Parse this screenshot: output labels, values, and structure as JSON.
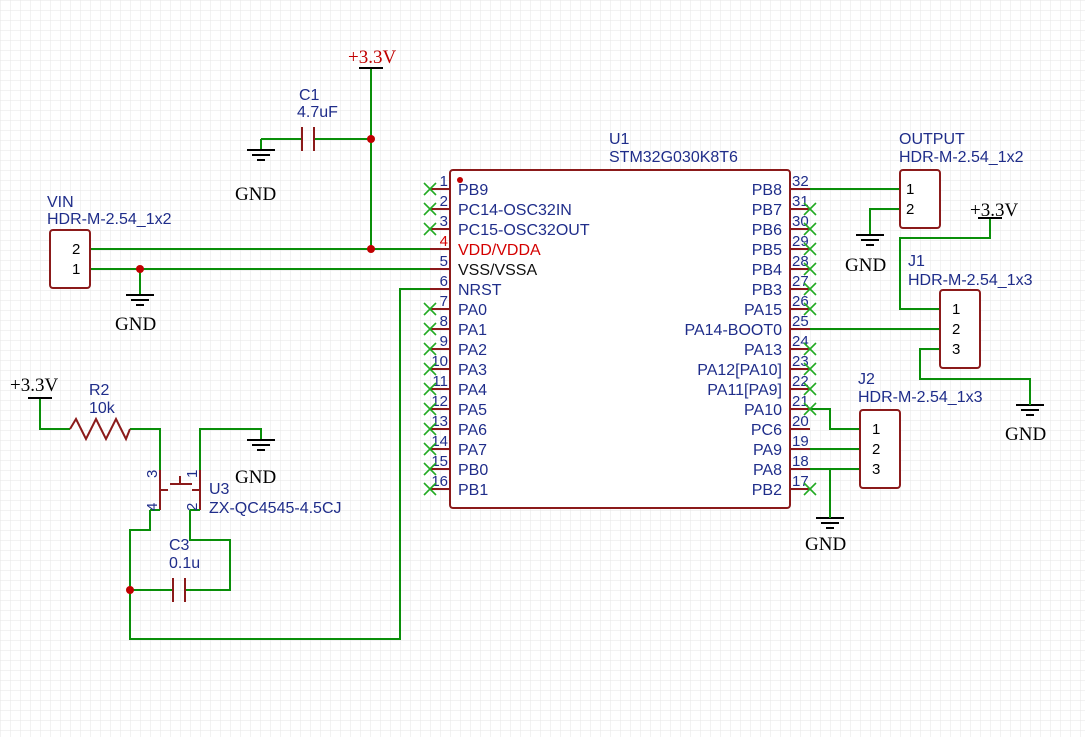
{
  "colors": {
    "grid": "#e6e6e6",
    "wire": "#0a8f0a",
    "body": "#8b1a1a",
    "label": "#1f2d8a",
    "power_label": "#c00000",
    "pin_red": "#d40000",
    "junction": "#c00000",
    "no_connect": "#22aa22"
  },
  "power": {
    "vcc": "+3.3V",
    "gnd": "GND"
  },
  "c1": {
    "ref": "C1",
    "value": "4.7uF"
  },
  "vin": {
    "ref": "VIN",
    "value": "HDR-M-2.54_1x2",
    "pins": [
      "2",
      "1"
    ]
  },
  "output": {
    "ref": "OUTPUT",
    "value": "HDR-M-2.54_1x2",
    "pins": [
      "1",
      "2"
    ]
  },
  "j1": {
    "ref": "J1",
    "value": "HDR-M-2.54_1x3",
    "pins": [
      "1",
      "2",
      "3"
    ]
  },
  "j2": {
    "ref": "J2",
    "value": "HDR-M-2.54_1x3",
    "pins": [
      "1",
      "2",
      "3"
    ]
  },
  "r2": {
    "ref": "R2",
    "value": "10k"
  },
  "u3": {
    "ref": "U3",
    "value": "ZX-QC4545-4.5CJ",
    "pins": [
      "3",
      "1",
      "4",
      "2"
    ]
  },
  "c3": {
    "ref": "C3",
    "value": "0.1u"
  },
  "u1": {
    "ref": "U1",
    "value": "STM32G030K8T6",
    "left_pins": [
      {
        "num": "1",
        "name": "PB9",
        "nc": true
      },
      {
        "num": "2",
        "name": "PC14-OSC32IN",
        "nc": true
      },
      {
        "num": "3",
        "name": "PC15-OSC32OUT",
        "nc": true
      },
      {
        "num": "4",
        "name": "VDD/VDDA",
        "nc": false,
        "power": true
      },
      {
        "num": "5",
        "name": "VSS/VSSA",
        "nc": false,
        "ground": true
      },
      {
        "num": "6",
        "name": "NRST",
        "nc": false
      },
      {
        "num": "7",
        "name": "PA0",
        "nc": true
      },
      {
        "num": "8",
        "name": "PA1",
        "nc": true
      },
      {
        "num": "9",
        "name": "PA2",
        "nc": true
      },
      {
        "num": "10",
        "name": "PA3",
        "nc": true
      },
      {
        "num": "11",
        "name": "PA4",
        "nc": true
      },
      {
        "num": "12",
        "name": "PA5",
        "nc": true
      },
      {
        "num": "13",
        "name": "PA6",
        "nc": true
      },
      {
        "num": "14",
        "name": "PA7",
        "nc": true
      },
      {
        "num": "15",
        "name": "PB0",
        "nc": true
      },
      {
        "num": "16",
        "name": "PB1",
        "nc": true
      }
    ],
    "right_pins": [
      {
        "num": "32",
        "name": "PB8",
        "nc": false
      },
      {
        "num": "31",
        "name": "PB7",
        "nc": true
      },
      {
        "num": "30",
        "name": "PB6",
        "nc": true
      },
      {
        "num": "29",
        "name": "PB5",
        "nc": true
      },
      {
        "num": "28",
        "name": "PB4",
        "nc": true
      },
      {
        "num": "27",
        "name": "PB3",
        "nc": true
      },
      {
        "num": "26",
        "name": "PA15",
        "nc": true
      },
      {
        "num": "25",
        "name": "PA14-BOOT0",
        "nc": false
      },
      {
        "num": "24",
        "name": "PA13",
        "nc": true
      },
      {
        "num": "23",
        "name": "PA12[PA10]",
        "nc": true
      },
      {
        "num": "22",
        "name": "PA11[PA9]",
        "nc": true
      },
      {
        "num": "21",
        "name": "PA10",
        "nc": true
      },
      {
        "num": "20",
        "name": "PC6",
        "nc": false
      },
      {
        "num": "19",
        "name": "PA9",
        "nc": false
      },
      {
        "num": "18",
        "name": "PA8",
        "nc": false
      },
      {
        "num": "17",
        "name": "PB2",
        "nc": true
      }
    ]
  }
}
